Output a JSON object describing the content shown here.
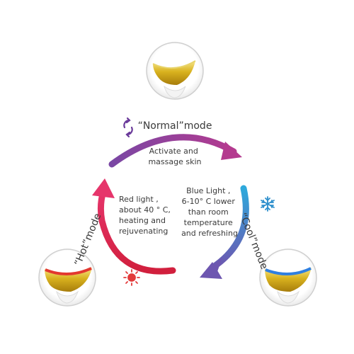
{
  "modes": {
    "normal": {
      "title": "“Normal”mode",
      "desc_lines": [
        "Activate and",
        "massage skin"
      ],
      "arrow_colors": [
        "#7a47a4",
        "#b43a8f"
      ]
    },
    "cool": {
      "title": "“Cool”mode",
      "desc_lines": [
        "Blue Light ,",
        "6-10° C lower",
        "than room",
        "temperature",
        "and refreshing"
      ],
      "arrow_colors": [
        "#2ea9dc",
        "#6d56b0"
      ],
      "icon": "snowflake-icon"
    },
    "hot": {
      "title": "“Hot”mode",
      "desc_lines": [
        "Red light ,",
        "about 40 ° C,",
        "heating and",
        "rejuvenating"
      ],
      "arrow_colors": [
        "#e6356b",
        "#d11f3d"
      ],
      "icon": "sun-icon"
    }
  },
  "colors": {
    "text": "#3a3a3a",
    "gold": "#d9b21e",
    "red_light": "#e2382f",
    "blue_light": "#2f7fe0",
    "cycle_icon": "#6a3a9a",
    "sun_icon": "#e23b3b",
    "snow_icon": "#2d8fcc"
  }
}
